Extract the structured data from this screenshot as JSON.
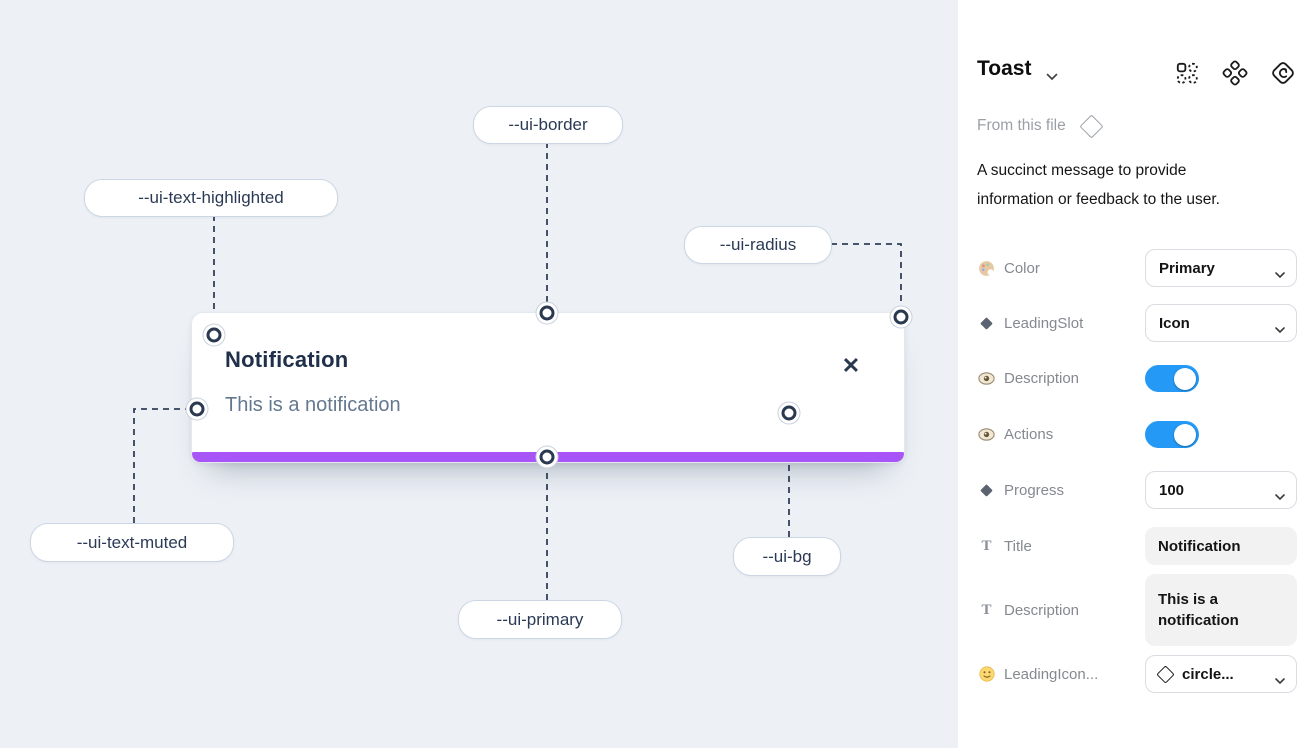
{
  "canvas": {
    "toast": {
      "title": "Notification",
      "description": "This is a notification",
      "close_glyph": "✕"
    },
    "tokens": {
      "border": {
        "label": "--ui-border"
      },
      "highlighted": {
        "label": "--ui-text-highlighted"
      },
      "radius": {
        "label": "--ui-radius"
      },
      "muted": {
        "label": "--ui-text-muted"
      },
      "primary": {
        "label": "--ui-primary"
      },
      "bg": {
        "label": "--ui-bg"
      }
    },
    "colors": {
      "primary_bar": "#a855f7",
      "canvas_bg": "#edf1f6"
    }
  },
  "panel": {
    "component_name": "Toast",
    "source_label": "From this file",
    "description_lines": {
      "0": "A succinct message to provide",
      "1": "information or feedback to the user."
    },
    "glyphs": {
      "text_icon": "T"
    },
    "properties": {
      "color": {
        "label": "Color",
        "value": "Primary"
      },
      "leadingSlot": {
        "label": "LeadingSlot",
        "value": "Icon"
      },
      "description": {
        "label": "Description",
        "value": "on"
      },
      "actions": {
        "label": "Actions",
        "value": "on"
      },
      "progress": {
        "label": "Progress",
        "value": "100"
      },
      "title": {
        "label": "Title",
        "value": "Notification"
      },
      "descText": {
        "label": "Description",
        "value": "This is a notification"
      },
      "leadingIcon": {
        "label": "LeadingIcon...",
        "value": "circle..."
      }
    },
    "status_colors": {
      "toggle_on": "#2499f5"
    }
  }
}
